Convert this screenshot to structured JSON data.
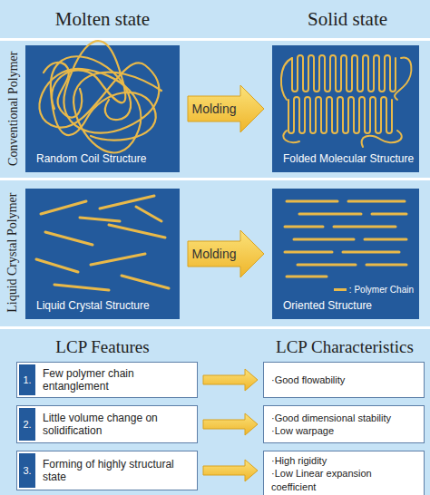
{
  "diagram": {
    "nodes": [
      {
        "text": [
          "Random Coil Structure"
        ]
      },
      {
        "text": [
          "Folded Molecular Structure"
        ]
      },
      {
        "text": [
          "Liquid Crystal Structure"
        ]
      },
      {
        "text": [
          "Oriented Structure"
        ]
      },
      {
        "text": [
          "1.",
          "Few polymer chain entanglement"
        ]
      },
      {
        "text": [
          "·Good flowability"
        ]
      },
      {
        "text": [
          "2.",
          "Little volume change on solidification"
        ]
      },
      {
        "text": [
          "·Good dimensional stability",
          "·Low warpage"
        ]
      },
      {
        "text": [
          "3.",
          "Forming of highly structural state"
        ]
      },
      {
        "text": [
          "·High rigidity",
          "·Low Linear expansion coefficient"
        ]
      }
    ],
    "edges": [
      {
        "from": 0,
        "to": 1,
        "arrow": "to",
        "label": "Molding"
      },
      {
        "from": 2,
        "to": 3,
        "arrow": "to",
        "label": "Molding"
      },
      {
        "from": 4,
        "to": 5,
        "arrow": "to"
      },
      {
        "from": 6,
        "to": 7,
        "arrow": "to"
      },
      {
        "from": 8,
        "to": 9,
        "arrow": "to"
      }
    ],
    "labels": [
      "Molten state",
      "Solid state",
      "Conventional Polymer",
      "Liquid Crystal Polymer",
      "LCP Features",
      "LCP Characteristics"
    ],
    "legend": [
      {
        "text": ": Polymer Chain"
      }
    ]
  }
}
